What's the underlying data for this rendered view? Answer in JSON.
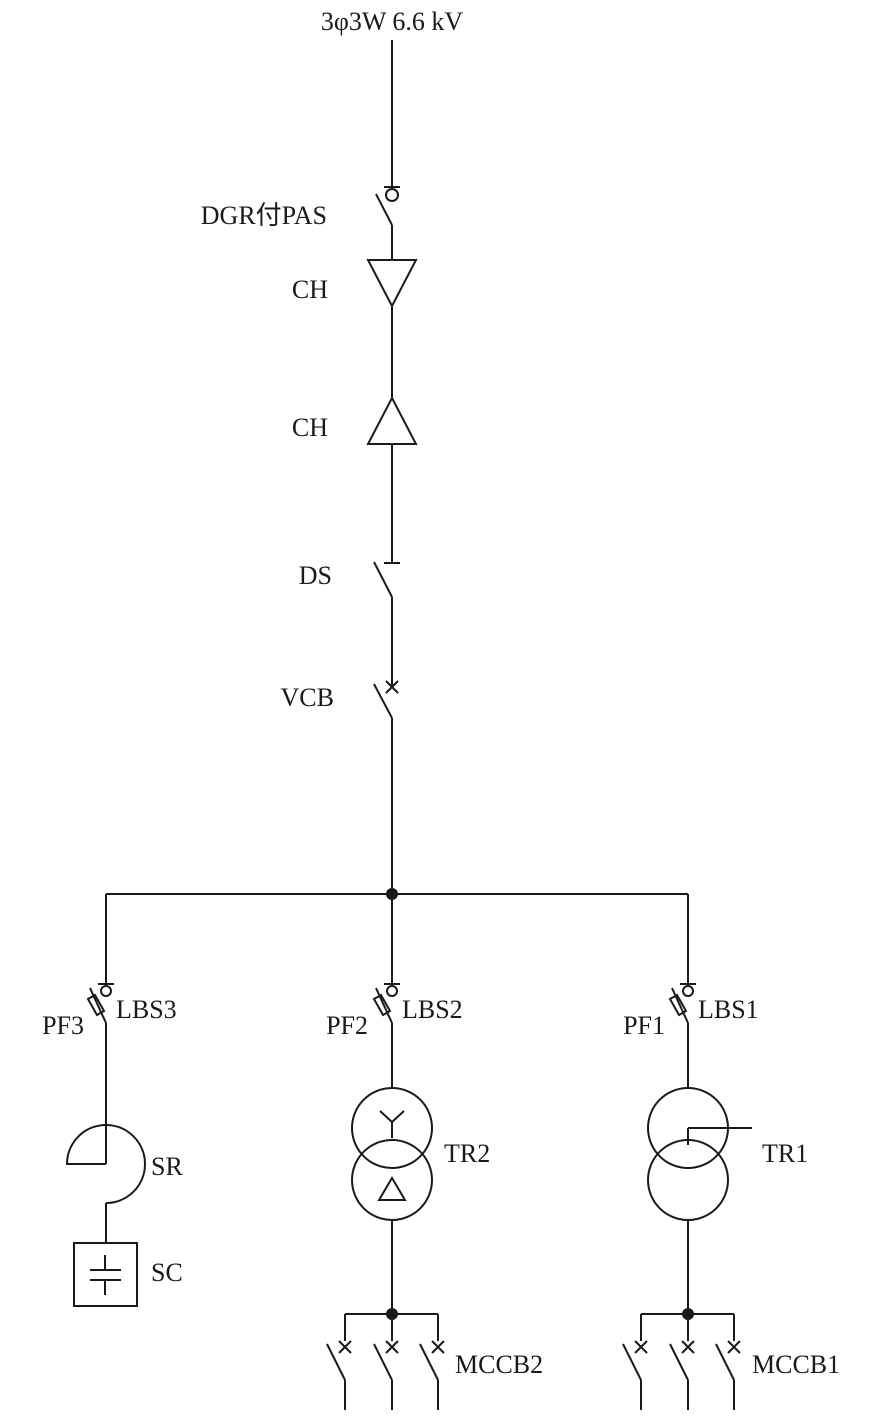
{
  "diagram": {
    "supply_label": "3φ3W 6.6 kV",
    "labels": {
      "pas": "DGR付PAS",
      "ch_upper": "CH",
      "ch_lower": "CH",
      "ds": "DS",
      "vcb": "VCB",
      "pf3": "PF3",
      "lbs3": "LBS3",
      "pf2": "PF2",
      "lbs2": "LBS2",
      "pf1": "PF1",
      "lbs1": "LBS1",
      "sr": "SR",
      "sc": "SC",
      "tr2": "TR2",
      "tr1": "TR1",
      "mccb2": "MCCB2",
      "mccb1": "MCCB1"
    },
    "colors": {
      "line": "#1a1a1a",
      "background": "#ffffff"
    }
  }
}
